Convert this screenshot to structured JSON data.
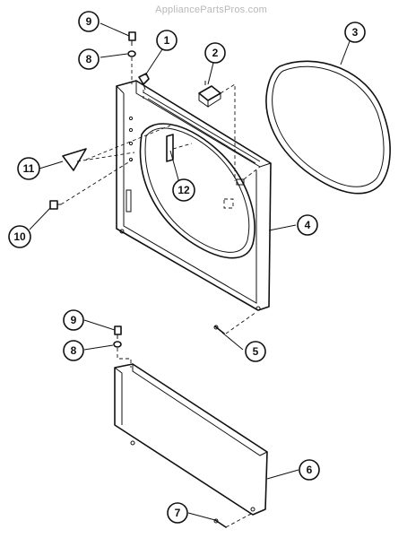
{
  "watermark": "AppliancePartsPros.com",
  "callouts": [
    {
      "label": "9"
    },
    {
      "label": "8"
    },
    {
      "label": "1"
    },
    {
      "label": "2"
    },
    {
      "label": "3"
    },
    {
      "label": "11"
    },
    {
      "label": "12"
    },
    {
      "label": "10"
    },
    {
      "label": "4"
    },
    {
      "label": "9"
    },
    {
      "label": "8"
    },
    {
      "label": "5"
    },
    {
      "label": "6"
    },
    {
      "label": "7"
    }
  ]
}
